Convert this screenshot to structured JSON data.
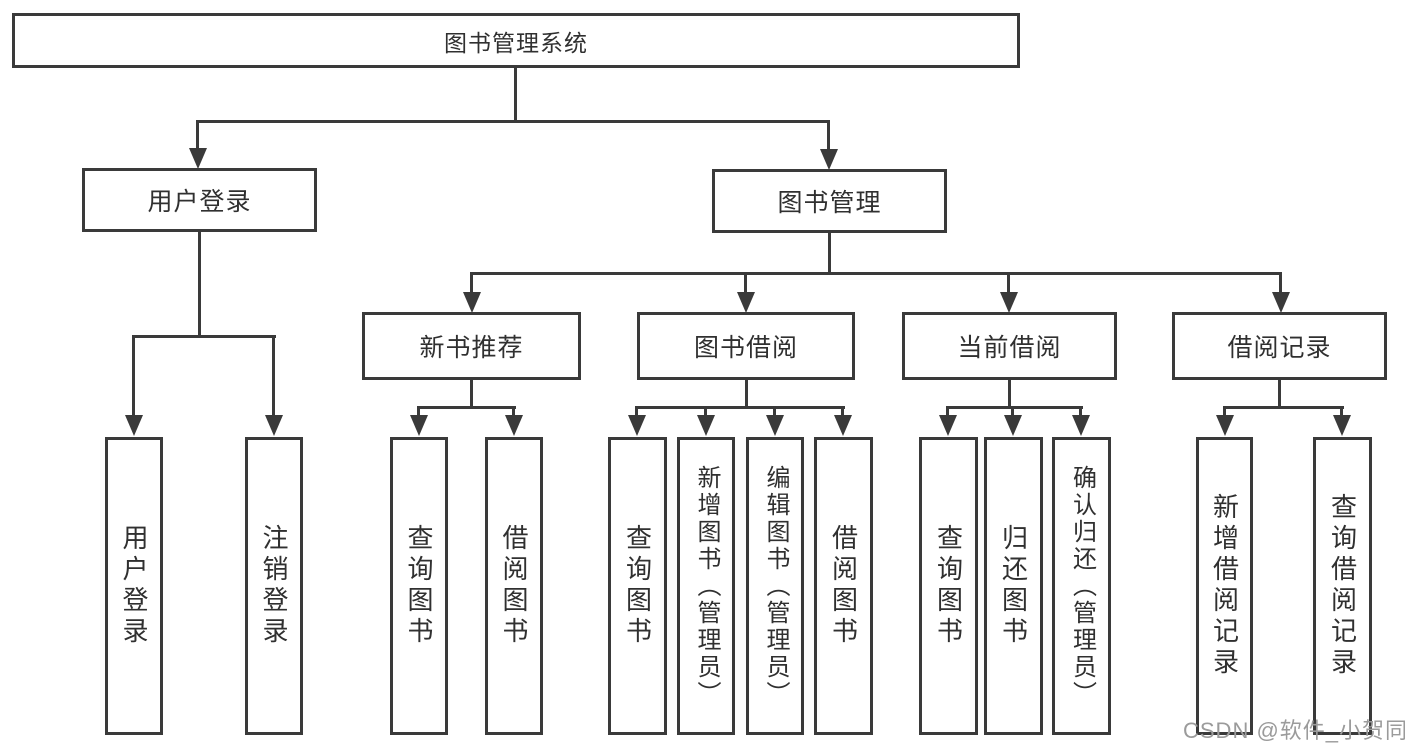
{
  "diagram": {
    "type": "tree-structure-chart",
    "colors": {
      "line": "#3a3a3a",
      "border": "#3a3a3a",
      "text": "#303030",
      "background": "#ffffff",
      "watermark_text": "#9b9b9b"
    }
  },
  "tree": {
    "label": "图书管理系统",
    "children": [
      {
        "label": "用户登录",
        "children": [
          {
            "label": "用户登录"
          },
          {
            "label": "注销登录"
          }
        ]
      },
      {
        "label": "图书管理",
        "children": [
          {
            "label": "新书推荐",
            "children": [
              {
                "label": "查询图书"
              },
              {
                "label": "借阅图书"
              }
            ]
          },
          {
            "label": "图书借阅",
            "children": [
              {
                "label": "查询图书"
              },
              {
                "label": "新增图书（管理员）"
              },
              {
                "label": "编辑图书（管理员）"
              },
              {
                "label": "借阅图书"
              }
            ]
          },
          {
            "label": "当前借阅",
            "children": [
              {
                "label": "查询图书"
              },
              {
                "label": "归还图书"
              },
              {
                "label": "确认归还（管理员）"
              }
            ]
          },
          {
            "label": "借阅记录",
            "children": [
              {
                "label": "新增借阅记录"
              },
              {
                "label": "查询借阅记录"
              }
            ]
          }
        ]
      }
    ]
  },
  "watermark": "CSDN @软件_小贺同学"
}
